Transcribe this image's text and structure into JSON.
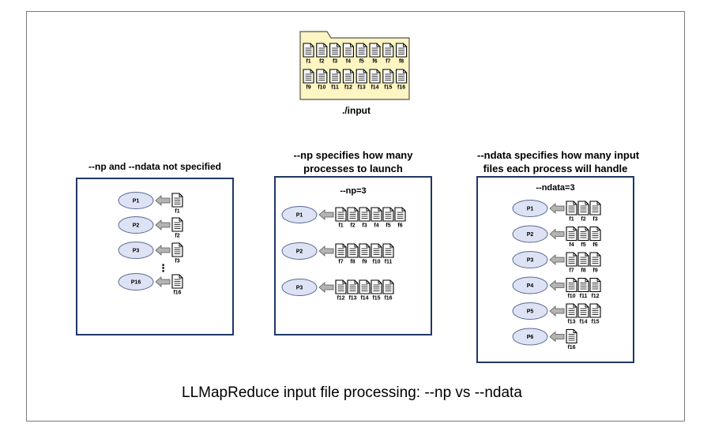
{
  "colors": {
    "folder": "#fdf5c2",
    "process_fill": "#dde3f4",
    "process_stroke": "#5b6a93",
    "panel_border": "#1f3864",
    "arrow_fill": "#b4b4b4"
  },
  "folder": {
    "label": "./input",
    "files_row1": [
      "f1",
      "f2",
      "f3",
      "f4",
      "f5",
      "f6",
      "f7",
      "f8"
    ],
    "files_row2": [
      "f9",
      "f10",
      "f11",
      "f12",
      "f13",
      "f14",
      "f15",
      "f16"
    ]
  },
  "panel1": {
    "title": "--np and --ndata not specified",
    "ellipsis": "⋮",
    "rows": [
      {
        "process": "P1",
        "files": [
          "f1"
        ]
      },
      {
        "process": "P2",
        "files": [
          "f2"
        ]
      },
      {
        "process": "P3",
        "files": [
          "f3"
        ]
      },
      {
        "process": "P16",
        "files": [
          "f16"
        ]
      }
    ]
  },
  "panel2": {
    "title_line1": "--np specifies how many",
    "title_line2": "processes to launch",
    "subtitle": "--np=3",
    "rows": [
      {
        "process": "P1",
        "files": [
          "f1",
          "f2",
          "f3",
          "f4",
          "f5",
          "f6"
        ]
      },
      {
        "process": "P2",
        "files": [
          "f7",
          "f8",
          "f9",
          "f10",
          "f11"
        ]
      },
      {
        "process": "P3",
        "files": [
          "f12",
          "f13",
          "f14",
          "f15",
          "f16"
        ]
      }
    ]
  },
  "panel3": {
    "title_line1": "--ndata specifies how many input",
    "title_line2": "files each process will  handle",
    "subtitle": "--ndata=3",
    "rows": [
      {
        "process": "P1",
        "files": [
          "f1",
          "f2",
          "f3"
        ]
      },
      {
        "process": "P2",
        "files": [
          "f4",
          "f5",
          "f6"
        ]
      },
      {
        "process": "P3",
        "files": [
          "f7",
          "f8",
          "f9"
        ]
      },
      {
        "process": "P4",
        "files": [
          "f10",
          "f11",
          "f12"
        ]
      },
      {
        "process": "P5",
        "files": [
          "f13",
          "f14",
          "f15"
        ]
      },
      {
        "process": "P6",
        "files": [
          "f16"
        ]
      }
    ]
  },
  "caption": "LLMapReduce input file processing:  --np vs --ndata"
}
